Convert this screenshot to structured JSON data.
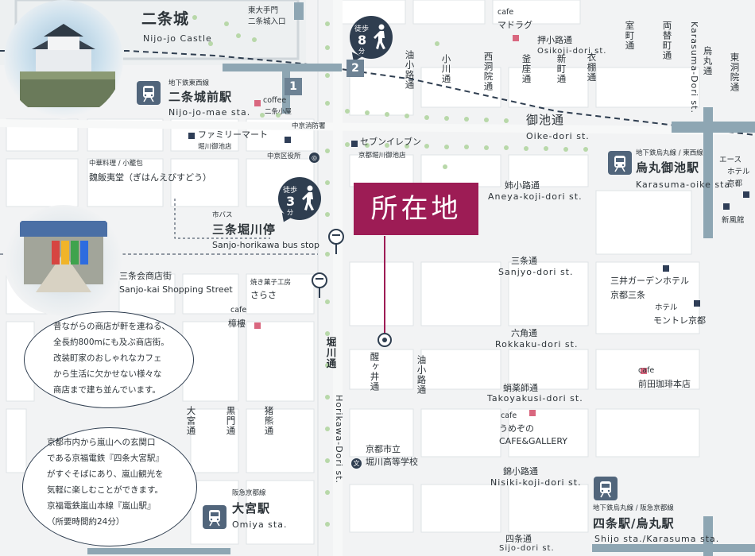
{
  "location_label": "所在地",
  "places": {
    "nijo_castle": {
      "ja": "二条城",
      "en": "Nijo-jo Castle"
    },
    "higashi_otemon": {
      "line1": "東大手門",
      "line2": "二条城入口"
    },
    "nijojo_station": {
      "line": "地下鉄東西線",
      "ja": "二条城前駅",
      "en": "Nijo-jo-mae sta."
    },
    "coffee_nijo": {
      "label": "coffee",
      "name": "二条小屋"
    },
    "familymart": {
      "name": "ファミリーマート",
      "sub": "堀川御池店"
    },
    "fire_station": {
      "name": "中京消防署"
    },
    "ward_office": {
      "name": "中京区役所"
    },
    "seven": {
      "name": "セブンイレブン",
      "sub": "京都堀川御池店"
    },
    "chuka": {
      "cat": "中華料理 / 小籠包",
      "name": "魏飯夷堂（ぎはんえびすどう）"
    },
    "sanjo_horikawa_stop": {
      "cat": "市バス",
      "ja": "三条堀川停",
      "en": "Sanjo-horikawa bus stop"
    },
    "sanjokai": {
      "ja": "三条会商店街",
      "en": "Sanjo-kai Shopping Street"
    },
    "sarasa": {
      "cat": "焼き菓子工房",
      "name": "さらさ"
    },
    "cafe_kaede": {
      "label": "cafe",
      "name": "樟樓"
    },
    "cafe_madorag": {
      "label": "cafe",
      "name": "マドラグ"
    },
    "karasuma_oike_station": {
      "line": "地下鉄烏丸線 / 東西線",
      "ja": "烏丸御池駅",
      "en": "Karasuma-oike sta."
    },
    "ace_hotel": {
      "line1": "エース",
      "line2": "ホテル",
      "line3": "京都"
    },
    "shinpukan": {
      "name": "新風館"
    },
    "mitsui_garden": {
      "line1": "三井ガーデンホテル",
      "line2": "京都三条"
    },
    "montre": {
      "line1": "ホテル",
      "line2": "モントレ京都"
    },
    "cafe_maeda": {
      "label": "cafe",
      "name": "前田珈琲本店"
    },
    "cafe_umezono": {
      "label": "cafe",
      "line1": "うめぞの",
      "line2": "CAFE&GALLERY"
    },
    "horikawa_high": {
      "line1": "京都市立",
      "line2": "堀川高等学校"
    },
    "omiya_station": {
      "line": "阪急京都線",
      "ja": "大宮駅",
      "en": "Omiya sta."
    },
    "shijo_station": {
      "line": "地下鉄烏丸線 / 阪急京都線",
      "ja": "四条駅/烏丸駅",
      "en": "Shijo sta./Karasuma sta."
    }
  },
  "walk": [
    {
      "label": "徒歩",
      "minutes": "8",
      "unit": "分"
    },
    {
      "label": "徒歩",
      "minutes": "3",
      "unit": "分"
    }
  ],
  "exits": [
    "1",
    "2"
  ],
  "streets": {
    "oshikoji": {
      "ja": "押小路通",
      "en": "Osikoji-dori st."
    },
    "oike": {
      "ja": "御池通",
      "en": "Oike-dori st."
    },
    "aneyakoji": {
      "ja": "姉小路通",
      "en": "Aneya-koji-dori st."
    },
    "sanjo": {
      "ja": "三条通",
      "en": "Sanjyo-dori st."
    },
    "rokkaku": {
      "ja": "六角通",
      "en": "Rokkaku-dori st."
    },
    "takoyakushi": {
      "ja": "蛸薬師通",
      "en": "Takoyakusi-dori st."
    },
    "nishikikoji": {
      "ja": "錦小路通",
      "en": "Nisiki-koji-dori st."
    },
    "shijo": {
      "ja": "四条通",
      "en": "Sijo-dori st."
    },
    "karasuma_en": "Karasuma-Dori st.",
    "horikawa_en": "Horikawa-Dori st.",
    "vertical": {
      "aburanokoji_n": "油小路通",
      "ogawa": "小川通",
      "nishinotoin": "西洞院通",
      "kamanza": "釜座通",
      "shinmachi": "新町通",
      "koromonotana": "衣棚通",
      "muromachi": "室町通",
      "ryogaemachi": "両替町通",
      "karasuma": "烏丸通",
      "higashinotoin": "東洞院通",
      "horikawa": "堀川通",
      "samegai": "醒ヶ井通",
      "aburanokoji_s": "油小路通",
      "omiya": "大宮通",
      "kuromon": "黒門通",
      "inokuma": "猪熊通"
    }
  },
  "callouts": {
    "shopping": [
      "昔ながらの商店が軒を連ねる、",
      "全長約800mにも及ぶ商店街。",
      "改装町家のおしゃれなカフェ",
      "から生活に欠かせない様々な",
      "商店まで建ち並んでいます。"
    ],
    "keifuku": [
      "京都市内から嵐山への玄関口",
      "である京福電鉄『四条大宮駅』",
      "がすぐそばにあり、嵐山観光を",
      "気軽に楽しむことができます。",
      "京福電鉄嵐山本線『嵐山駅』",
      "（所要時間約24分）"
    ]
  },
  "colors": {
    "accent": "#9d1c55",
    "navy": "#2f3e50",
    "rail": "#8ea6b3",
    "pink": "#d9677f",
    "tree": "#b8d8a9"
  }
}
